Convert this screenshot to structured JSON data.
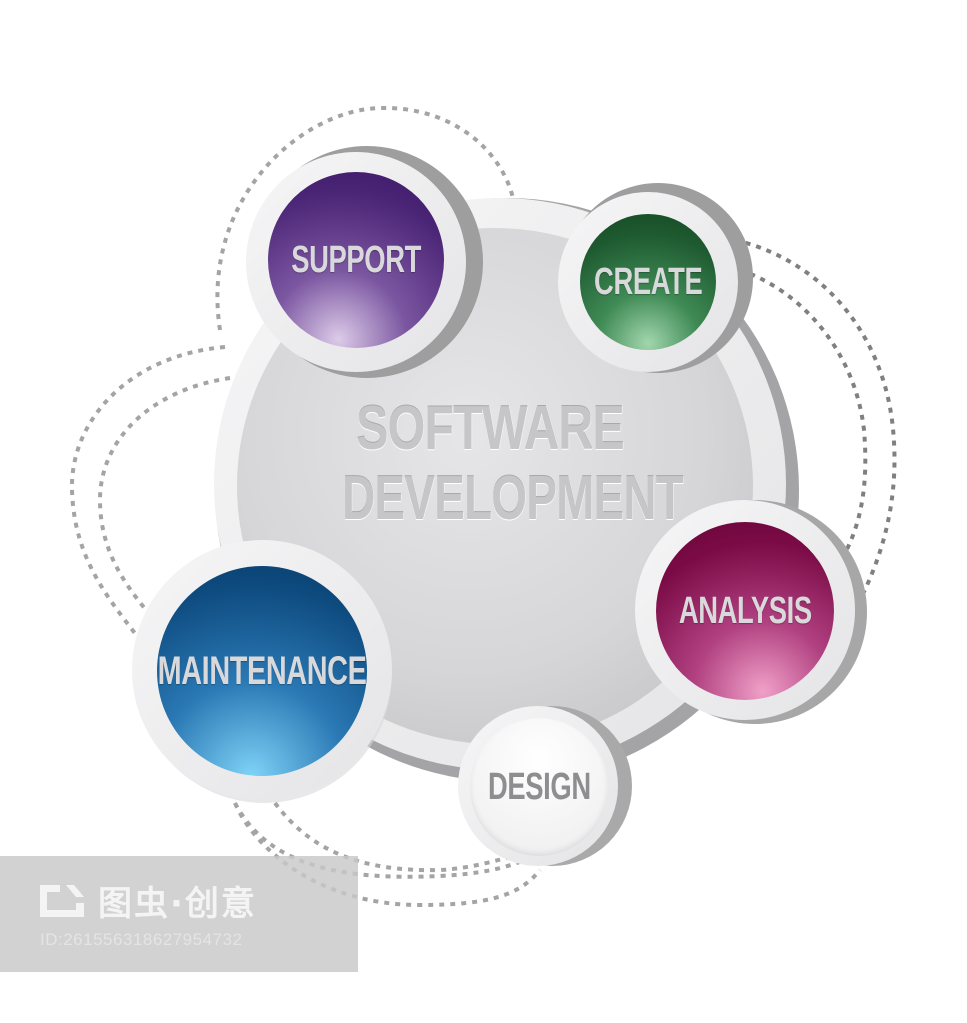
{
  "diagram": {
    "title_line1": "SOFTWARE",
    "title_line2": "DEVELOPMENT",
    "nodes": [
      {
        "label": "SUPPORT",
        "color": "#4a2475",
        "highlight": "#c9b3dc"
      },
      {
        "label": "CREATE",
        "color": "#1e5a30",
        "highlight": "#8fc99b"
      },
      {
        "label": "ANALYSIS",
        "color": "#7a0a45",
        "highlight": "#e78ab8"
      },
      {
        "label": "DESIGN",
        "color": "#f2f2f2",
        "highlight": "#ffffff"
      },
      {
        "label": "MAINTENANCE",
        "color": "#0d4a7e",
        "highlight": "#6cc4ef"
      }
    ],
    "center_color": "#d8d8da",
    "ring_color": "#eeeeef",
    "shadow_color": "#9a9a9c",
    "dash_color": "#9c9c9c"
  },
  "watermark": {
    "brand": "图虫·创意",
    "id_text": "ID:2615563186279547​32"
  }
}
